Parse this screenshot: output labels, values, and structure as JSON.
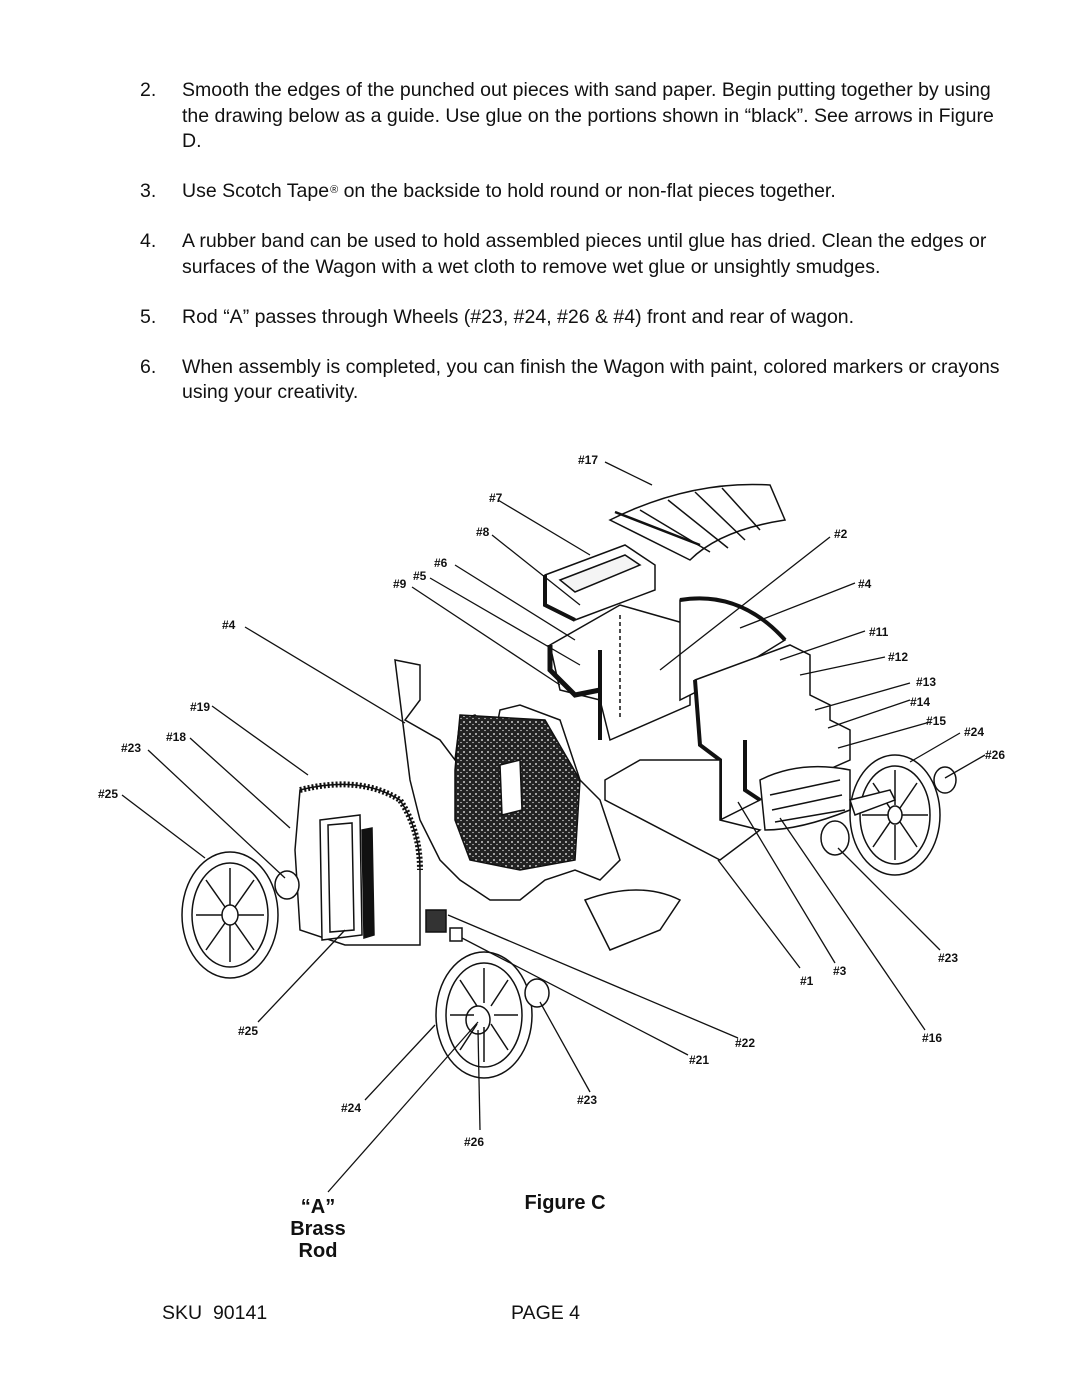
{
  "steps": [
    {
      "num": "2.",
      "text": "Smooth the edges of the punched out pieces with sand paper. Begin putting together by using the drawing below as a guide. Use glue on the portions shown in “black”. See arrows in Figure D."
    },
    {
      "num": "3.",
      "text_before": "Use Scotch Tape",
      "reg": "®",
      "text_after": " on the backside to hold round or non-flat pieces together."
    },
    {
      "num": "4.",
      "text": "A rubber band can be used to hold assembled pieces until glue has dried. Clean the edges or surfaces of the Wagon with a wet cloth to remove wet glue or unsightly smudges."
    },
    {
      "num": "5.",
      "text": "Rod “A” passes through Wheels (#23, #24, #26 & #4) front and rear of wagon."
    },
    {
      "num": "6.",
      "text": "When assembly is completed, you can finish the Wagon with paint, colored markers or crayons using your creativity."
    }
  ],
  "figure": {
    "caption": "Figure C",
    "rod_label": [
      "“A”",
      "Brass",
      "Rod"
    ],
    "part_labels": [
      "#17",
      "#7",
      "#8",
      "#6",
      "#5",
      "#9",
      "#2",
      "#4",
      "#11",
      "#12",
      "#13",
      "#14",
      "#15",
      "#24",
      "#26",
      "#4",
      "#19",
      "#18",
      "#23",
      "#25",
      "#25",
      "#24",
      "#26",
      "#23",
      "#21",
      "#22",
      "#1",
      "#3",
      "#23",
      "#16"
    ]
  },
  "footer": {
    "sku_label": "SKU",
    "sku_value": "90141",
    "page": "PAGE 4"
  }
}
